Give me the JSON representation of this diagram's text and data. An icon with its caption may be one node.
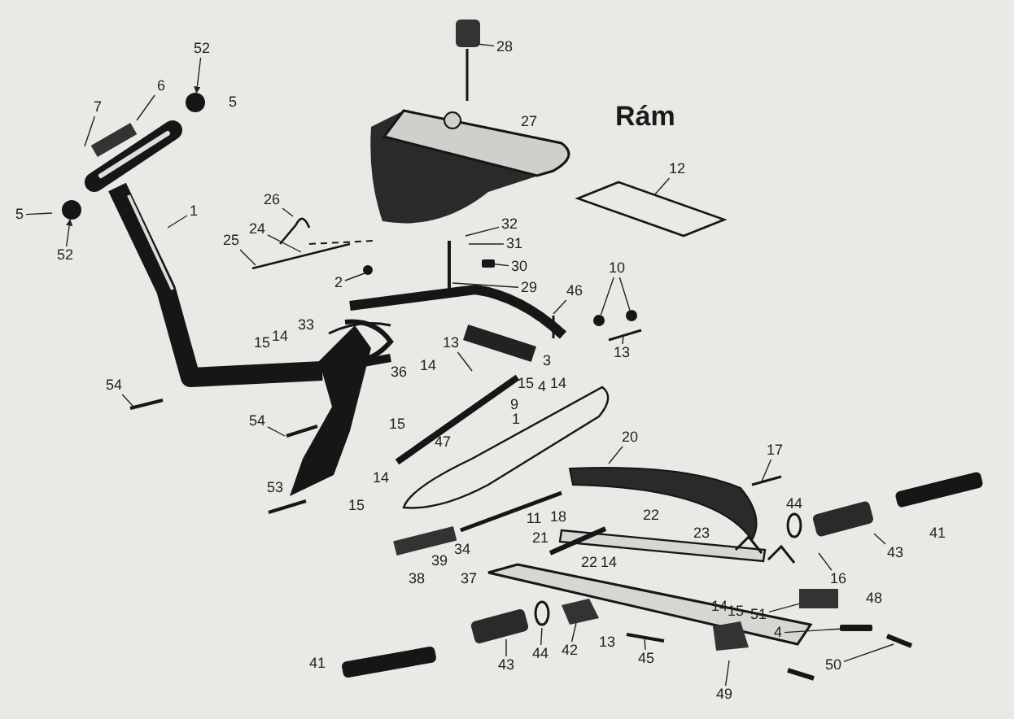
{
  "diagram": {
    "title": "Rám",
    "nodes": [
      {
        "text": [
          "52"
        ]
      },
      {
        "text": [
          "6"
        ]
      },
      {
        "text": [
          "7"
        ]
      },
      {
        "text": [
          "5"
        ]
      },
      {
        "text": [
          "52"
        ]
      },
      {
        "text": [
          "1"
        ]
      },
      {
        "text": [
          "26"
        ]
      },
      {
        "text": [
          "24"
        ]
      },
      {
        "text": [
          "25"
        ]
      },
      {
        "text": [
          "2"
        ]
      },
      {
        "text": [
          "28"
        ]
      },
      {
        "text": [
          "12"
        ]
      },
      {
        "text": [
          "32"
        ]
      },
      {
        "text": [
          "31"
        ]
      },
      {
        "text": [
          "30"
        ]
      },
      {
        "text": [
          "29"
        ]
      },
      {
        "text": [
          "46"
        ]
      },
      {
        "text": [
          "10"
        ]
      },
      {
        "text": [
          "13"
        ]
      },
      {
        "text": [
          "13"
        ]
      },
      {
        "text": [
          "20"
        ]
      },
      {
        "text": [
          "44"
        ]
      },
      {
        "text": [
          "42"
        ]
      },
      {
        "text": [
          "43"
        ]
      },
      {
        "text": [
          "45"
        ]
      },
      {
        "text": [
          "17"
        ]
      },
      {
        "text": [
          "43"
        ]
      },
      {
        "text": [
          "16"
        ]
      },
      {
        "text": [
          "51"
        ]
      },
      {
        "text": [
          "4"
        ]
      },
      {
        "text": [
          "50"
        ]
      },
      {
        "text": [
          "49"
        ]
      },
      {
        "text": [
          "54"
        ]
      },
      {
        "text": [
          "54"
        ]
      },
      {
        "text": [],
        "shape": "circle"
      },
      {
        "text": [],
        "shape": "bar"
      },
      {
        "text": [],
        "shape": "circle"
      },
      {
        "text": [],
        "shape": "circle"
      },
      {
        "text": [],
        "shape": "box"
      },
      {
        "text": [],
        "shape": "bar"
      },
      {
        "text": [],
        "shape": "circle"
      }
    ],
    "edges": [
      {
        "from": 0,
        "to": 34,
        "arrow": "to"
      },
      {
        "from": 1,
        "to": null,
        "arrow": "none"
      },
      {
        "from": 2,
        "to": null,
        "arrow": "none"
      },
      {
        "from": 3,
        "to": null,
        "arrow": "none"
      },
      {
        "from": 4,
        "to": 40,
        "arrow": "to"
      },
      {
        "from": 5,
        "to": null,
        "arrow": "none"
      },
      {
        "from": 6,
        "to": null,
        "arrow": "none"
      },
      {
        "from": 7,
        "to": null,
        "arrow": "none"
      },
      {
        "from": 8,
        "to": null,
        "arrow": "none"
      },
      {
        "from": 9,
        "to": null,
        "arrow": "none"
      },
      {
        "from": 10,
        "to": null,
        "arrow": "none"
      },
      {
        "from": 11,
        "to": null,
        "arrow": "none"
      },
      {
        "from": 12,
        "to": null,
        "arrow": "none"
      },
      {
        "from": 13,
        "to": null,
        "arrow": "none"
      },
      {
        "from": 14,
        "to": 35,
        "arrow": "none"
      },
      {
        "from": 15,
        "to": null,
        "arrow": "none"
      },
      {
        "from": 16,
        "to": null,
        "arrow": "none"
      },
      {
        "from": 17,
        "to": 36,
        "arrow": "none"
      },
      {
        "from": 17,
        "to": 37,
        "arrow": "none"
      },
      {
        "from": 18,
        "to": null,
        "arrow": "none"
      },
      {
        "from": 19,
        "to": null,
        "arrow": "none"
      },
      {
        "from": 20,
        "to": null,
        "arrow": "none"
      },
      {
        "from": 21,
        "to": null,
        "arrow": "none"
      },
      {
        "from": 22,
        "to": null,
        "arrow": "none"
      },
      {
        "from": 23,
        "to": null,
        "arrow": "none"
      },
      {
        "from": 24,
        "to": null,
        "arrow": "none"
      },
      {
        "from": 25,
        "to": null,
        "arrow": "none"
      },
      {
        "from": 26,
        "to": null,
        "arrow": "none"
      },
      {
        "from": 27,
        "to": null,
        "arrow": "none"
      },
      {
        "from": 28,
        "to": 38,
        "arrow": "none"
      },
      {
        "from": 29,
        "to": 39,
        "arrow": "none"
      },
      {
        "from": 30,
        "to": null,
        "arrow": "none"
      },
      {
        "from": 31,
        "to": null,
        "arrow": "none"
      },
      {
        "from": 32,
        "to": null,
        "arrow": "none"
      },
      {
        "from": 33,
        "to": null,
        "arrow": "none"
      }
    ],
    "labels": [
      "5",
      "27",
      "33",
      "14",
      "15",
      "3",
      "14",
      "36",
      "15",
      "4",
      "14",
      "9",
      "1",
      "15",
      "47",
      "14",
      "53",
      "44",
      "15",
      "22",
      "11",
      "18",
      "41",
      "23",
      "21",
      "34",
      "22",
      "14",
      "39",
      "38",
      "37",
      "48",
      "14",
      "15",
      "13",
      "41"
    ]
  }
}
